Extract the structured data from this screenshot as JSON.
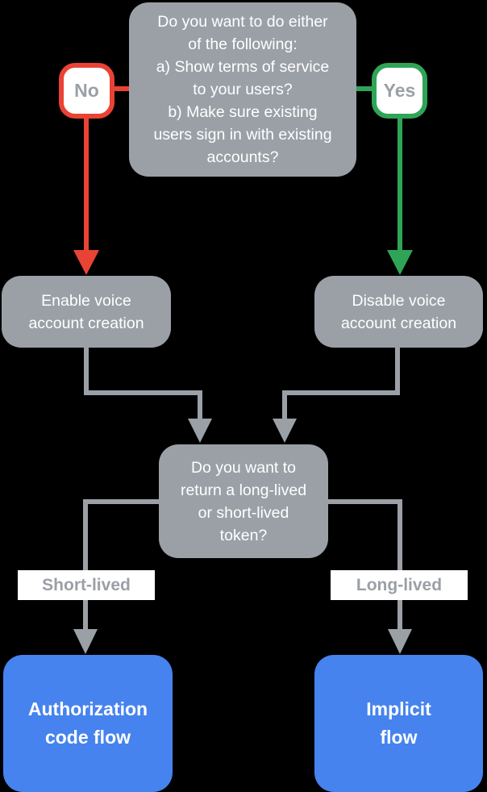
{
  "colors": {
    "node_gray": "#9AA0A6",
    "red": "#E94335",
    "green": "#2FA457",
    "blue": "#4683EE",
    "white_fill": "#FFFFFF",
    "node_text": "#FFFFFF",
    "label_text": "#9AA0A6",
    "background": "#000000"
  },
  "flowchart": {
    "question1": "Do you want to do either\nof the following:\na) Show terms of service\nto your users?\nb) Make sure existing\nusers sign in with existing\naccounts?",
    "no_label": "No",
    "yes_label": "Yes",
    "enable_node": "Enable voice\naccount creation",
    "disable_node": "Disable voice\naccount creation",
    "question2": "Do you want to\nreturn a long-lived\nor short-lived\ntoken?",
    "short_lived_label": "Short-lived",
    "long_lived_label": "Long-lived",
    "auth_code_node": "Authorization\ncode flow",
    "implicit_node": "Implicit\nflow"
  }
}
